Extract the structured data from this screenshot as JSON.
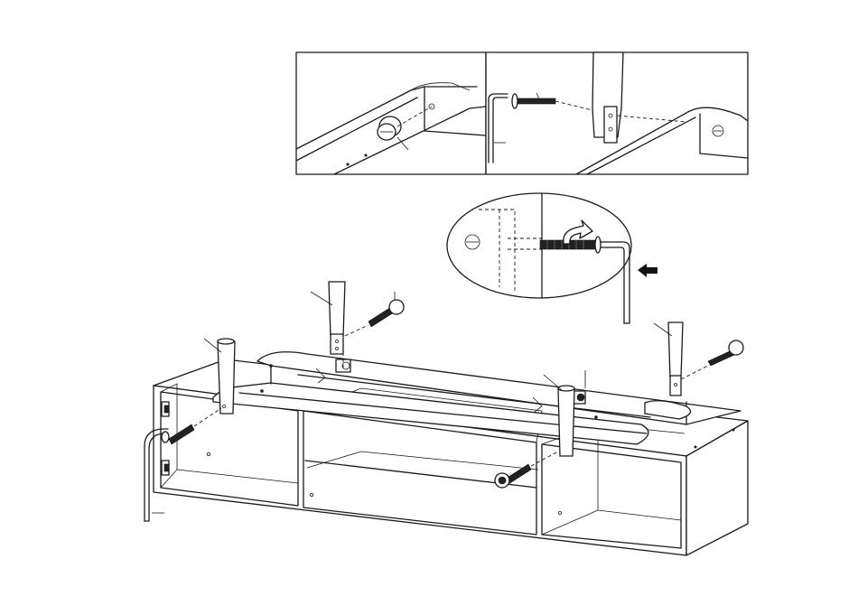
{
  "figure": {
    "type": "assembly-instruction",
    "parts": [
      "cabinet",
      "tapered-leg",
      "threaded-bolt",
      "cam-lock",
      "hex-key"
    ],
    "colors": {
      "line": "#1a1a1a",
      "bolt": "#222222",
      "paper": "#ffffff"
    }
  }
}
